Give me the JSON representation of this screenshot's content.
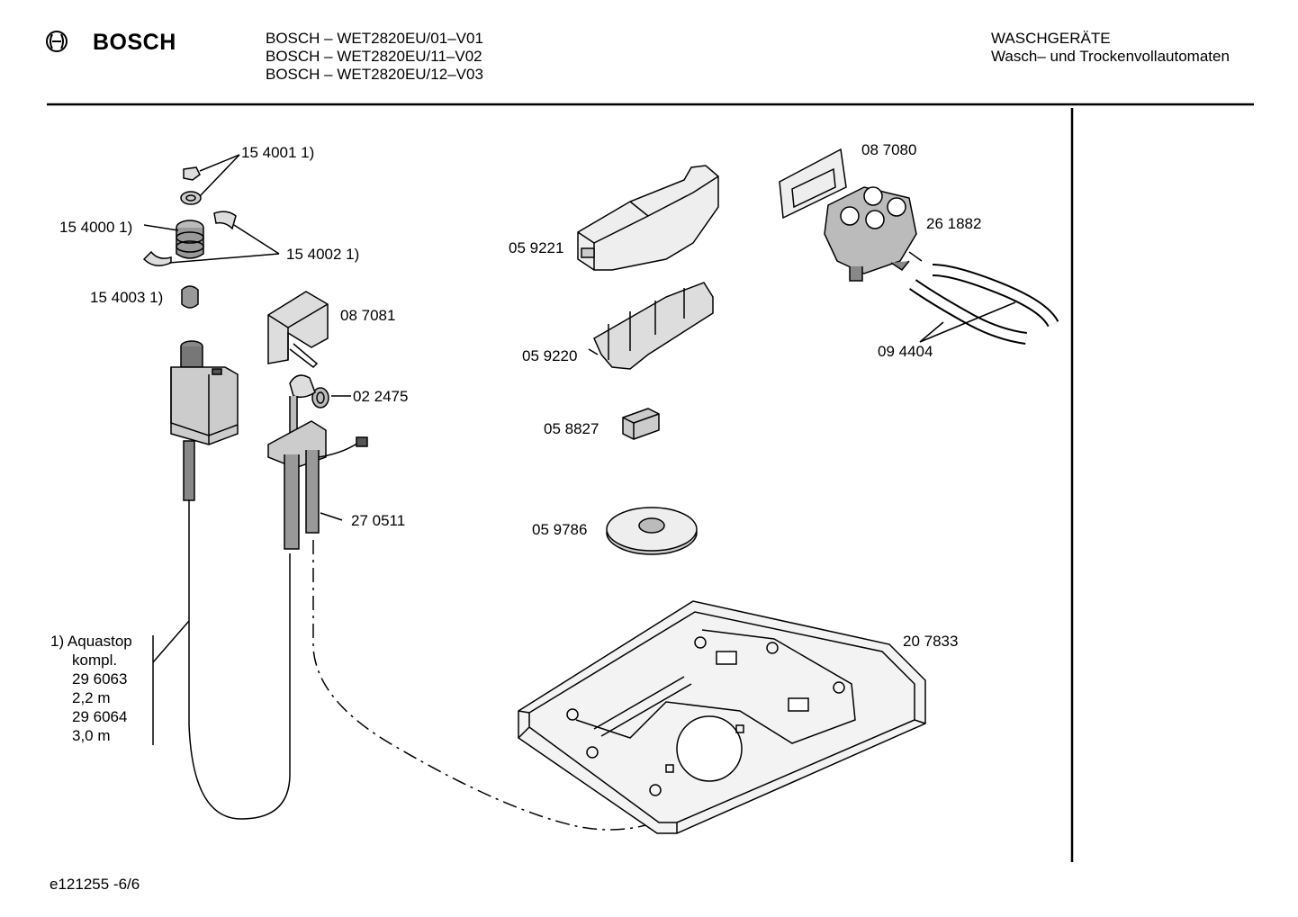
{
  "header": {
    "brand": "BOSCH",
    "models": [
      "BOSCH – WET2820EU/01–V01",
      "BOSCH – WET2820EU/11–V02",
      "BOSCH – WET2820EU/12–V03"
    ],
    "category": "WASCHGERÄTE",
    "subcategory": "Wasch– und Trockenvollautomaten"
  },
  "parts": {
    "p154001": "15 4001 1)",
    "p154000": "15 4000 1)",
    "p154002": "15 4002 1)",
    "p154003": "15 4003 1)",
    "p087081": "08 7081",
    "p022475": "02 2475",
    "p270511": "27 0511",
    "p059221": "05 9221",
    "p059220": "05 9220",
    "p058827": "05 8827",
    "p059786": "05 9786",
    "p087080": "08 7080",
    "p261882": "26 1882",
    "p094404": "09 4404",
    "p207833": "20 7833"
  },
  "note": {
    "line1": "1)  Aquastop",
    "line2": "kompl.",
    "line3": "29 6063",
    "line4": "2,2 m",
    "line5": "29 6064",
    "line6": "3,0 m"
  },
  "footer": {
    "code": "e121255 -6/6"
  }
}
